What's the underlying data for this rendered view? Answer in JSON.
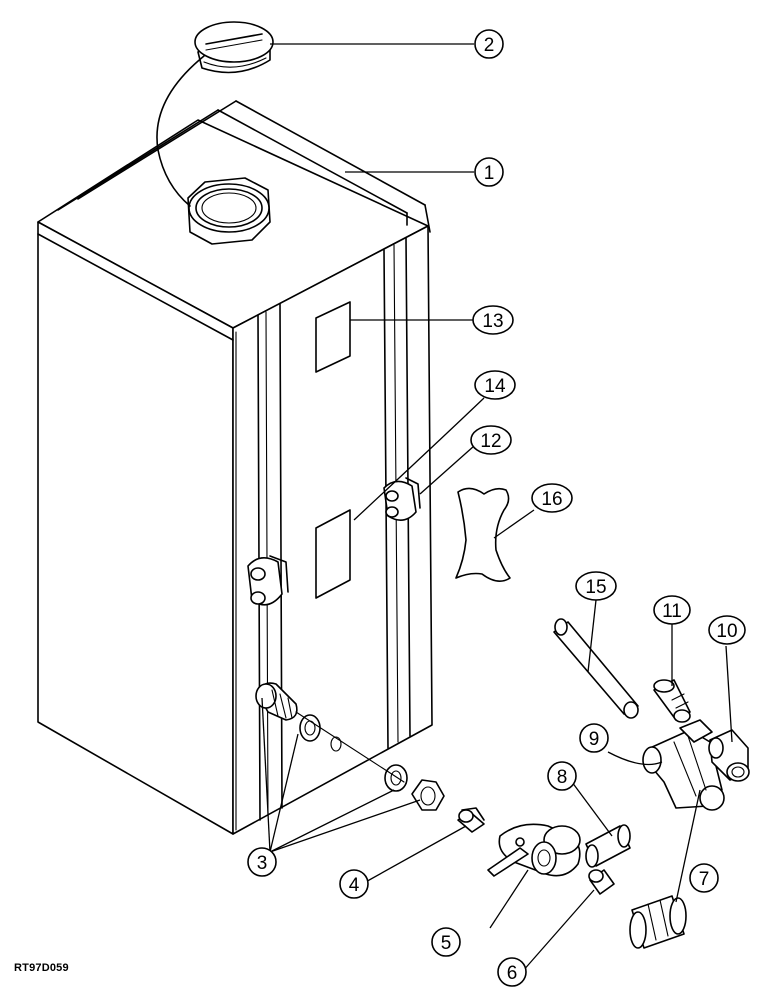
{
  "figure_code": "RT97D059",
  "callouts": {
    "c1": "1",
    "c2": "2",
    "c3": "3",
    "c4": "4",
    "c5": "5",
    "c6": "6",
    "c7": "7",
    "c8": "8",
    "c9": "9",
    "c10": "10",
    "c11": "11",
    "c12": "12",
    "c13": "13",
    "c14": "14",
    "c15": "15",
    "c16": "16"
  }
}
